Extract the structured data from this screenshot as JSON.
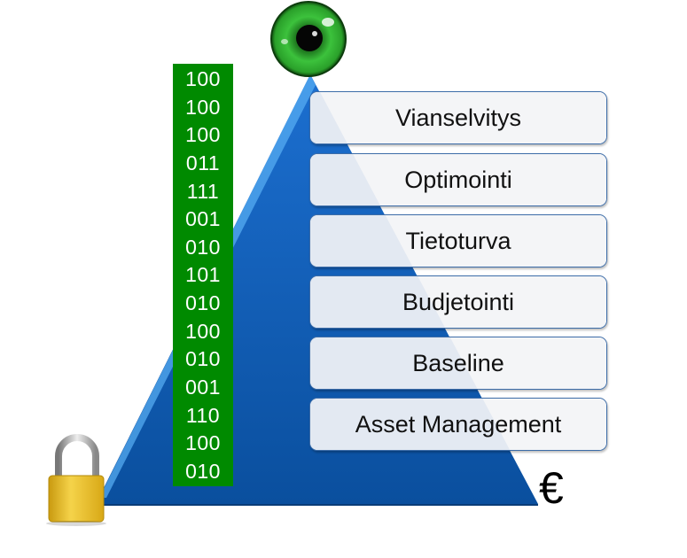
{
  "diagram": {
    "type": "pyramid",
    "colors": {
      "pyramid": "#0a55a8",
      "pyramid_highlight": "#4aa3ee",
      "binary_bg": "#008a00",
      "binary_text": "#ffffff",
      "box_border": "#3c6ca8",
      "box_fill": "#f2f4f7",
      "eye_iris": "#2fb52f",
      "lock_body": "#e8b820"
    },
    "binary_column": [
      "100",
      "100",
      "100",
      "011",
      "111",
      "001",
      "010",
      "101",
      "010",
      "100",
      "010",
      "001",
      "110",
      "100",
      "010"
    ],
    "layers": [
      {
        "label": "Vianselvitys"
      },
      {
        "label": "Optimointi"
      },
      {
        "label": "Tietoturva"
      },
      {
        "label": "Budjetointi"
      },
      {
        "label": "Baseline"
      },
      {
        "label": "Asset Management"
      }
    ],
    "icons": {
      "top": "eye-icon",
      "bottom_left": "padlock-icon",
      "bottom_right": "euro-icon"
    },
    "euro_symbol": "€"
  }
}
